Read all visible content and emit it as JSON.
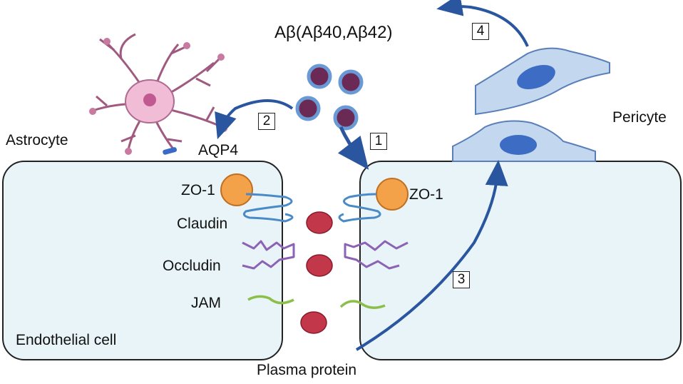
{
  "labels": {
    "abeta": "Aβ(Aβ40,Aβ42)",
    "astrocyte": "Astrocyte",
    "aqp4": "AQP4",
    "pericyte": "Pericyte",
    "zo1_left": "ZO-1",
    "zo1_right": "ZO-1",
    "claudin": "Claudin",
    "occludin": "Occludin",
    "jam": "JAM",
    "endothelial": "Endothelial cell",
    "plasma": "Plasma protein"
  },
  "steps": [
    "1",
    "2",
    "3",
    "4"
  ],
  "colors": {
    "cell_fill": "#e9f4f8",
    "arrow": "#2a56a0",
    "orange": "#f4a24a",
    "claudin": "#4a8ac6",
    "occludin": "#8c63b4",
    "jam": "#8cbf4a",
    "plasma": "#c2384a",
    "abeta_core": "#6b2a55",
    "abeta_ring": "#6a9ad6",
    "pericyte": "#c3d7ef",
    "astrocyte": "#e8aac8"
  }
}
